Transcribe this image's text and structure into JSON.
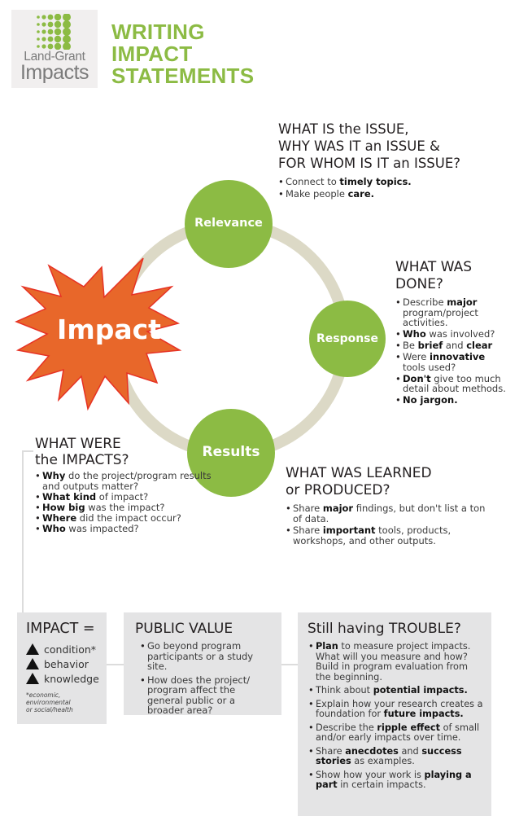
{
  "logo": {
    "line1": "Land-Grant",
    "line2": "Impacts",
    "icon": "dot-grid-icon",
    "color": "#8cbb44"
  },
  "title": {
    "lines": [
      "WRITING",
      "IMPACT",
      "STATEMENTS"
    ],
    "color": "#8cbb44"
  },
  "diagram": {
    "ring_color": "#dcd9c6",
    "circle_color": "#8cbb44",
    "starburst_fill": "#e8672a",
    "starburst_stroke": "#e63224",
    "center_label": "Impact",
    "circles": [
      {
        "label": "Relevance"
      },
      {
        "label": "Response"
      },
      {
        "label": "Results"
      }
    ]
  },
  "sections": {
    "issue": {
      "heading": [
        "WHAT IS the ISSUE,",
        "WHY WAS IT an ISSUE &",
        "FOR WHOM IS IT an ISSUE?"
      ],
      "bullets": [
        [
          {
            "t": "Connect to "
          },
          {
            "t": "timely topics.",
            "b": true
          }
        ],
        [
          {
            "t": "Make people "
          },
          {
            "t": "care.",
            "b": true
          }
        ]
      ]
    },
    "done": {
      "heading": [
        "WHAT WAS",
        "DONE?"
      ],
      "bullets": [
        [
          {
            "t": "Describe "
          },
          {
            "t": "major",
            "b": true
          },
          {
            "t": " program/project activities."
          }
        ],
        [
          {
            "t": "Who",
            "b": true
          },
          {
            "t": " was involved?"
          }
        ],
        [
          {
            "t": "Be "
          },
          {
            "t": "brief",
            "b": true
          },
          {
            "t": " and "
          },
          {
            "t": "clear",
            "b": true
          }
        ],
        [
          {
            "t": "Were "
          },
          {
            "t": "innovative",
            "b": true
          },
          {
            "t": " tools used?"
          }
        ],
        [
          {
            "t": "Don't",
            "b": true
          },
          {
            "t": " give too much detail about methods."
          }
        ],
        [
          {
            "t": "No jargon.",
            "b": true
          }
        ]
      ]
    },
    "impacts": {
      "heading": [
        "WHAT WERE",
        "the IMPACTS?"
      ],
      "bullets": [
        [
          {
            "t": "Why",
            "b": true
          },
          {
            "t": " do the project/program results and outputs matter?"
          }
        ],
        [
          {
            "t": "What kind",
            "b": true
          },
          {
            "t": " of impact?"
          }
        ],
        [
          {
            "t": "How big",
            "b": true
          },
          {
            "t": " was the impact?"
          }
        ],
        [
          {
            "t": "Where",
            "b": true
          },
          {
            "t": " did the impact occur?"
          }
        ],
        [
          {
            "t": "Who",
            "b": true
          },
          {
            "t": " was impacted?"
          }
        ]
      ]
    },
    "learned": {
      "heading": [
        "WHAT WAS LEARNED",
        "or PRODUCED?"
      ],
      "bullets": [
        [
          {
            "t": "Share "
          },
          {
            "t": "major",
            "b": true
          },
          {
            "t": " findings, but don't list a ton of data."
          }
        ],
        [
          {
            "t": "Share "
          },
          {
            "t": "important",
            "b": true
          },
          {
            "t": " tools, products, workshops, and other outputs."
          }
        ]
      ]
    }
  },
  "boxes": {
    "impact_eq": {
      "heading": "IMPACT =",
      "items": [
        "condition*",
        "behavior",
        "knowledge"
      ],
      "item_icon": "triangle-up-icon",
      "footnote": [
        "*economic,",
        "environmental",
        "or social/health"
      ]
    },
    "public_value": {
      "heading": "PUBLIC VALUE",
      "bullets": [
        [
          {
            "t": "Go beyond program participants or a study site."
          }
        ],
        [
          {
            "t": "How does the project/ program affect the general public or a broader area?"
          }
        ]
      ]
    },
    "trouble": {
      "heading": "Still having TROUBLE?",
      "bullets": [
        [
          {
            "t": "Plan",
            "b": true
          },
          {
            "t": " to measure project impacts. What will you measure and how? Build in program evaluation from the beginning."
          }
        ],
        [
          {
            "t": "Think about "
          },
          {
            "t": "potential impacts.",
            "b": true
          }
        ],
        [
          {
            "t": "Explain how your research creates a foundation for "
          },
          {
            "t": "future impacts.",
            "b": true
          }
        ],
        [
          {
            "t": "Describe the "
          },
          {
            "t": "ripple effect",
            "b": true
          },
          {
            "t": " of small and/or early impacts over time."
          }
        ],
        [
          {
            "t": "Share "
          },
          {
            "t": "anecdotes",
            "b": true
          },
          {
            "t": " and "
          },
          {
            "t": "success stories",
            "b": true
          },
          {
            "t": " as examples."
          }
        ],
        [
          {
            "t": "Show how your work is "
          },
          {
            "t": "playing a part",
            "b": true
          },
          {
            "t": " in certain impacts."
          }
        ]
      ]
    }
  }
}
